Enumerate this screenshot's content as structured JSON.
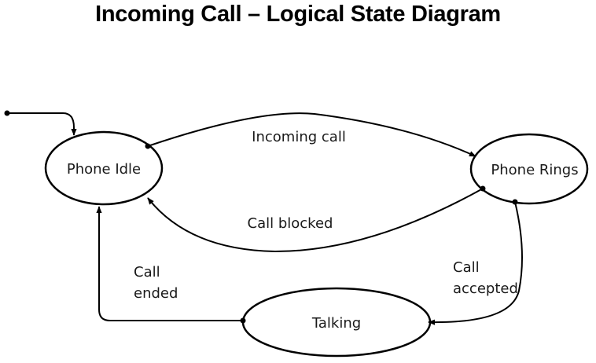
{
  "title": "Incoming Call – Logical State Diagram",
  "states": {
    "idle": "Phone Idle",
    "rings": "Phone Rings",
    "talking": "Talking"
  },
  "transitions": {
    "incoming": "Incoming call",
    "blocked": "Call blocked",
    "accepted": [
      "Call",
      "accepted"
    ],
    "ended": [
      "Call",
      "ended"
    ]
  },
  "colors": {
    "stroke": "#000000",
    "text": "#1a1a1a"
  }
}
